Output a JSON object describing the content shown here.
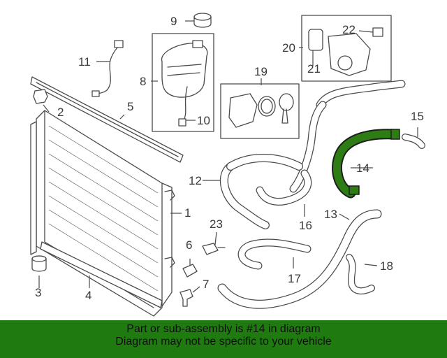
{
  "callouts": [
    {
      "id": "n1",
      "text": "1"
    },
    {
      "id": "n2",
      "text": "2"
    },
    {
      "id": "n3",
      "text": "3"
    },
    {
      "id": "n4",
      "text": "4"
    },
    {
      "id": "n5",
      "text": "5"
    },
    {
      "id": "n6",
      "text": "6"
    },
    {
      "id": "n7",
      "text": "7"
    },
    {
      "id": "n8",
      "text": "8"
    },
    {
      "id": "n9",
      "text": "9"
    },
    {
      "id": "n10",
      "text": "10"
    },
    {
      "id": "n11",
      "text": "11"
    },
    {
      "id": "n12",
      "text": "12"
    },
    {
      "id": "n13",
      "text": "13"
    },
    {
      "id": "n14",
      "text": "14"
    },
    {
      "id": "n15",
      "text": "15"
    },
    {
      "id": "n16",
      "text": "16"
    },
    {
      "id": "n17",
      "text": "17"
    },
    {
      "id": "n18",
      "text": "18"
    },
    {
      "id": "n19",
      "text": "19"
    },
    {
      "id": "n20",
      "text": "20"
    },
    {
      "id": "n21",
      "text": "21"
    },
    {
      "id": "n22",
      "text": "22"
    },
    {
      "id": "n23",
      "text": "23"
    }
  ],
  "highlight": {
    "part": "14",
    "color": "#2e7d14"
  },
  "banner": {
    "line1": "Part or sub-assembly is #14 in diagram",
    "line2": "Diagram may not be specific to your vehicle",
    "color": "#1f7a10"
  },
  "colors": {
    "line": "#4a4a4a",
    "fill": "#ffffff"
  }
}
